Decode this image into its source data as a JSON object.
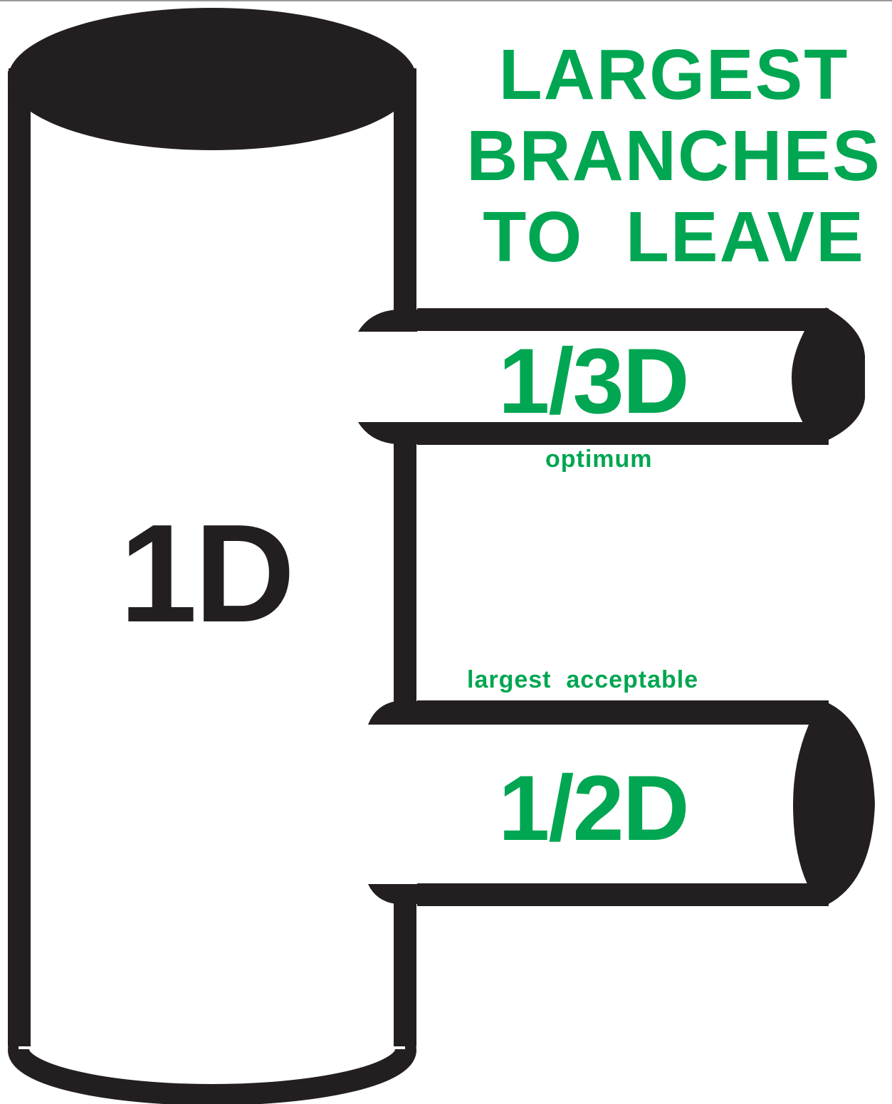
{
  "title": {
    "lines": [
      "LARGEST",
      "BRANCHES",
      "TO  LEAVE"
    ]
  },
  "trunk": {
    "label": "1D"
  },
  "branches": [
    {
      "label": "1/3D",
      "note": "optimum"
    },
    {
      "label": "1/2D",
      "note": "largest  acceptable"
    }
  ],
  "colors": {
    "text_accent": "#00a651",
    "outline": "#231f20",
    "fill": "#ffffff"
  }
}
